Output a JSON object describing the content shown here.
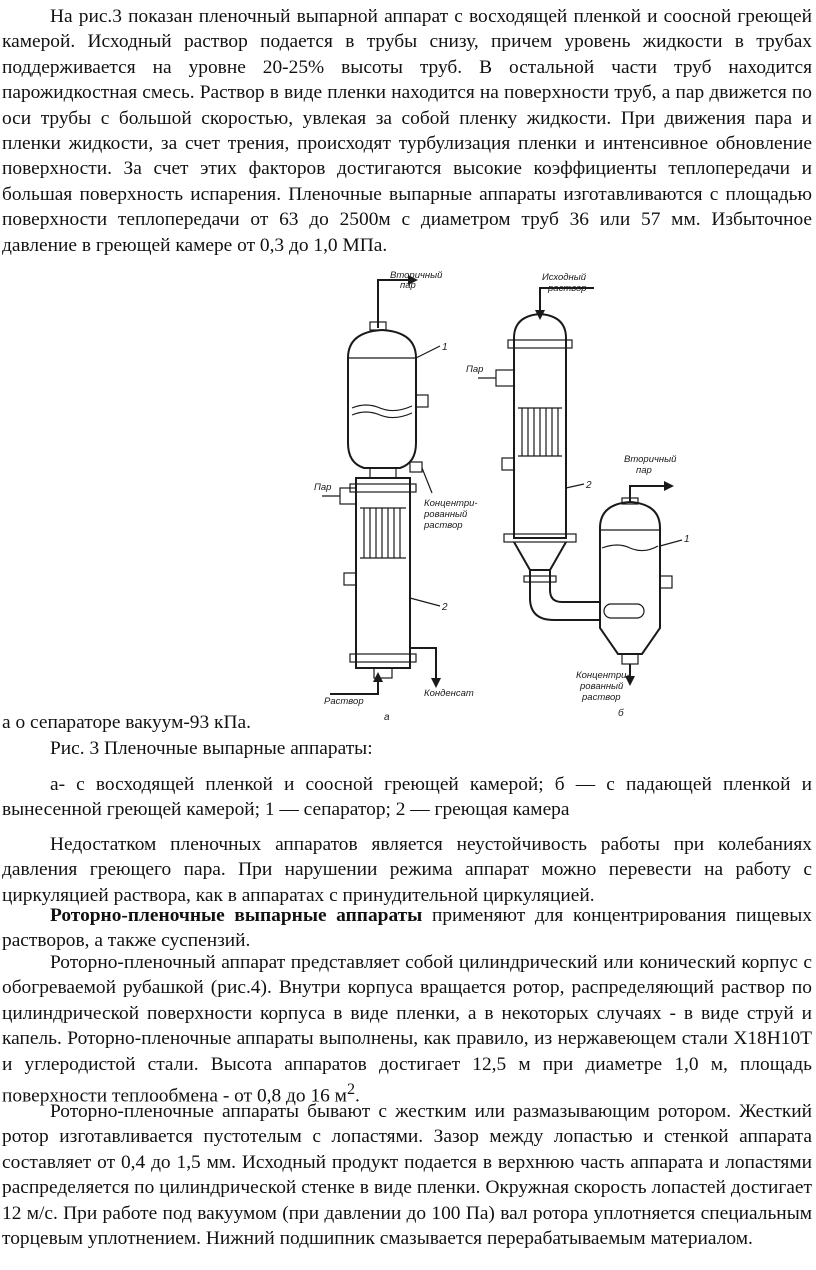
{
  "paragraphs": {
    "intro": "На рис.3 показан пленочный выпарной аппарат с восходящей пленкой и соосной греющей камерой. Исходный раствор подается в трубы снизу, причем уровень жидкости в трубах поддерживается на уровне 20-25% высоты труб. В остальной части труб находится парожидкостная смесь. Раствор в виде пленки находится на поверхности труб, а пар движется по оси трубы с большой скоростью, увлекая за собой пленку жидкости. При движения пара и пленки жидкости, за счет трения, происходят турбулизация пленки и интенсивное обновление поверхности. За счет этих факторов достигаются высокие коэффициенты теплопередачи и большая поверхность испарения. Пленочные выпарные аппараты изготавливаются с площадью поверхности теплопередачи от 63 до 2500м с диаметром труб 36 или 57 мм. Избыточное давление в греющей камере от 0,3 до 1,0 МПа.",
    "separator_vacuum": "а о сепараторе вакуум-93 кПа.",
    "caption": "Рис. 3 Пленочные выпарные аппараты:",
    "legend": "а- с восходящей пленкой и соосной греющей камерой; б — с падающей пленкой и вынесенной греющей камерой; 1 — сепаратор; 2 — греющая камера",
    "drawback": "Недостатком пленочных аппаратов является неустойчивость работы при колебаниях давления греющего пара. При нарушении режима аппарат можно перевести на работу с циркуляцией раствора, как в аппаратах с принудительной циркуляцией.",
    "rotor_title": "Роторно-пленочные выпарные аппараты",
    "rotor_intro_rest": " применяют для концентрирования пищевых растворов, а также суспензий.",
    "rotor_body": "Роторно-пленочный аппарат представляет собой цилиндрический или конический корпус с обогреваемой рубашкой (рис.4). Внутри корпуса вращается ротор, распределяющий раствор по цилиндрической поверхности корпуса в виде пленки, а в некоторых случаях - в виде струй и капель. Роторно-пленочные аппараты выполнены, как правило, из нержавеющем стали Х18Н10Т и углеродистой стали. Высота аппаратов достигает 12,5 м при диаметре 1,0 м, площадь поверхности теплообмена - от 0,8 до 16 м",
    "rotor_body_sup": "2",
    "rotor_body_end": ".",
    "rotor_types": "Роторно-пленочные аппараты бывают с жестким или размазывающим ротором. Жесткий ротор изготавливается пустотелым с лопастями. Зазор между лопастью и стенкой аппарата составляет от 0,4 до 1,5 мм. Исходный продукт подается в верхнюю часть аппарата и лопастями распределяется по цилиндрической стенке в виде пленки. Окружная скорость лопастей достигает 12 м/с. При работе под вакуумом (при давлении до 100 Па) вал ротора уплотняется специальным торцевым уплотнением. Нижний подшипник смазывается перерабатываемым материалом."
  },
  "figure": {
    "a": {
      "secondary_steam_l1": "Вторичный",
      "secondary_steam_l2": "пар",
      "steam": "Пар",
      "conc_l1": "Концентри-",
      "conc_l2": "рованный",
      "conc_l3": "раствор",
      "solution": "Раствор",
      "condensate": "Конденсат",
      "num1": "1",
      "num2": "2",
      "letter": "а"
    },
    "b": {
      "feed_l1": "Исходный",
      "feed_l2": "раствор",
      "steam": "Пар",
      "secondary_steam_l1": "Вторичный",
      "secondary_steam_l2": "пар",
      "conc_l1": "Концентри-",
      "conc_l2": "рованный",
      "conc_l3": "раствор",
      "num1": "1",
      "num2": "2",
      "letter": "б"
    }
  }
}
